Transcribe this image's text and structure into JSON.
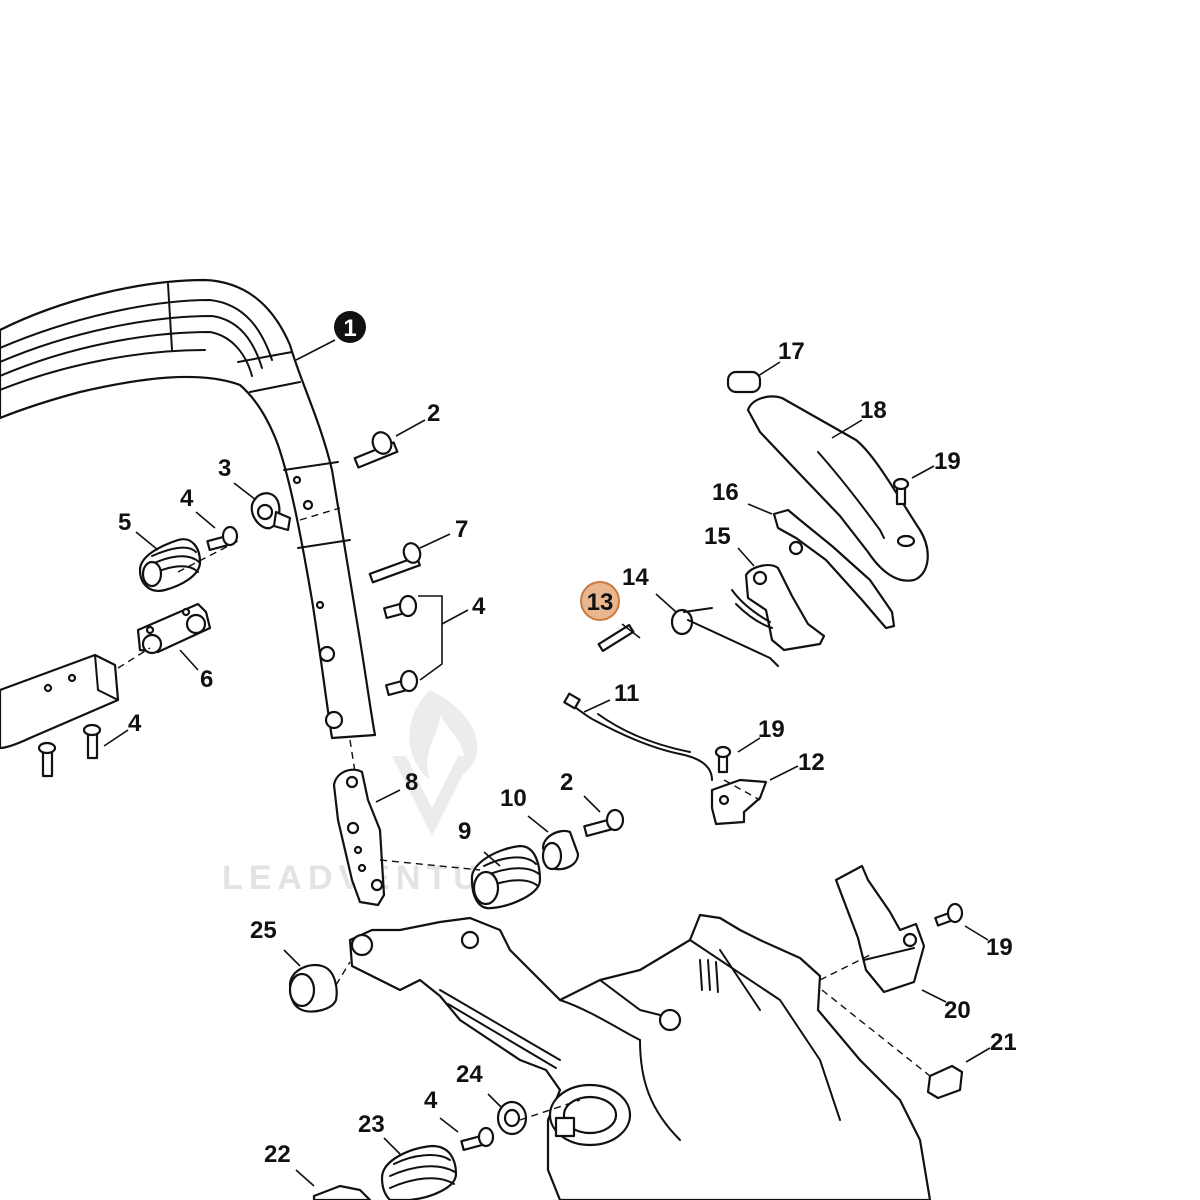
{
  "callouts": {
    "c1": "1",
    "c2a": "2",
    "c2b": "2",
    "c3": "3",
    "c4a": "4",
    "c4b": "4",
    "c4c": "4",
    "c4d": "4",
    "c5": "5",
    "c6": "6",
    "c7": "7",
    "c8": "8",
    "c9": "9",
    "c10": "10",
    "c11": "11",
    "c12": "12",
    "c13": "13",
    "c14": "14",
    "c15": "15",
    "c16": "16",
    "c17": "17",
    "c18": "18",
    "c19a": "19",
    "c19b": "19",
    "c19c": "19",
    "c20": "20",
    "c21": "21",
    "c22": "22",
    "c23": "23",
    "c24": "24",
    "c25": "25"
  },
  "watermark": {
    "text": "LEADVENTURE"
  },
  "colors": {
    "highlight": "#e8b78f",
    "highlight_stroke": "#c97a3e",
    "ink": "#111111",
    "badge": "#111111",
    "watermark": "#e3e3e3"
  }
}
